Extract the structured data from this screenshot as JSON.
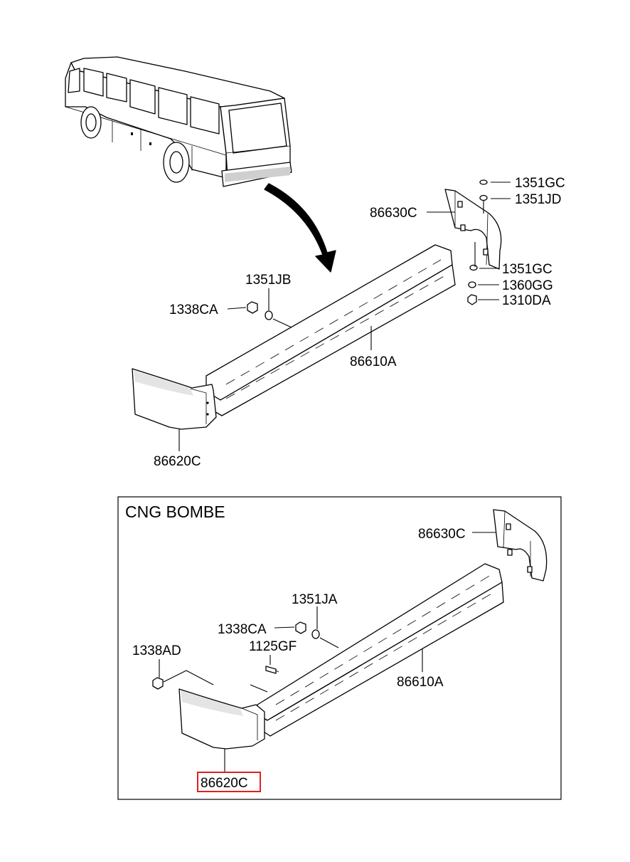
{
  "upper": {
    "labels": {
      "l_1351GC_a": "1351GC",
      "l_1351JD": "1351JD",
      "l_86630C": "86630C",
      "l_1351GC_b": "1351GC",
      "l_1360GG": "1360GG",
      "l_1310DA": "1310DA",
      "l_1351JB": "1351JB",
      "l_1338CA": "1338CA",
      "l_86610A": "86610A",
      "l_86620C": "86620C"
    }
  },
  "inset": {
    "title": "CNG BOMBE",
    "labels": {
      "l_86630C": "86630C",
      "l_1351JA": "1351JA",
      "l_1338CA": "1338CA",
      "l_1125GF": "1125GF",
      "l_1338AD": "1338AD",
      "l_86610A": "86610A",
      "l_86620C": "86620C"
    },
    "highlighted_label": "86620C",
    "highlight_color": "#e02020"
  }
}
